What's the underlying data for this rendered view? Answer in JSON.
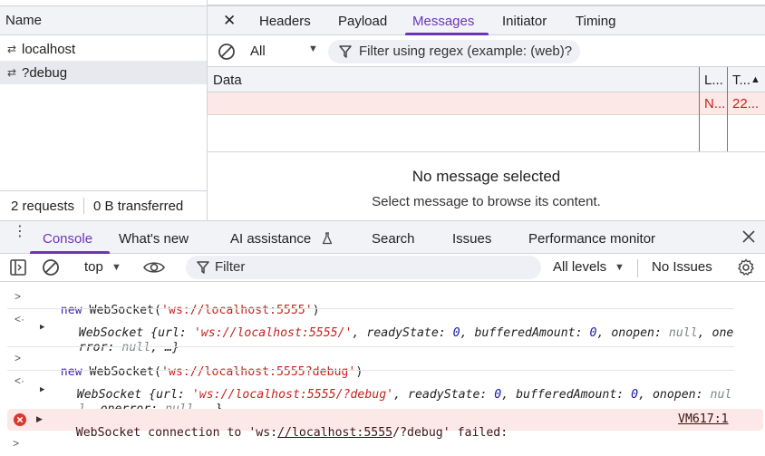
{
  "network": {
    "left_header": "Name",
    "requests": [
      {
        "label": "localhost",
        "icon": "websocket-arrows-icon"
      },
      {
        "label": "?debug",
        "icon": "websocket-arrows-icon"
      }
    ],
    "footer": {
      "requests": "2 requests",
      "transferred": "0 B transferred"
    }
  },
  "details": {
    "close_glyph": "✕",
    "tabs": [
      "Headers",
      "Payload",
      "Messages",
      "Initiator",
      "Timing"
    ],
    "active_tab": "Messages",
    "filter_select": "All",
    "filter_placeholder": "Filter using regex (example: (web)?",
    "grid": {
      "columns": [
        "Data",
        "L...",
        "T..."
      ],
      "row": {
        "data": "",
        "length": "N...",
        "time": "22..."
      }
    },
    "empty_title": "No message selected",
    "empty_subtitle": "Select message to browse its content."
  },
  "drawer": {
    "tabs": [
      "Console",
      "What's new",
      "AI assistance",
      "Search",
      "Issues",
      "Performance monitor"
    ],
    "active_tab": "Console",
    "context": "top",
    "filter_placeholder": "Filter",
    "levels": "All levels",
    "issues": "No Issues"
  },
  "console": {
    "entries": [
      {
        "kind": "input",
        "text_kw": "new",
        "text_fn": " WebSocket(",
        "text_str": "'ws://localhost:5555'",
        "text_end": ")"
      },
      {
        "kind": "output",
        "line1_pre": "WebSocket {url: ",
        "line1_str": "'ws://localhost:5555/'",
        "line1_a": ", readyState: ",
        "line1_n1": "0",
        "line1_b": ", bufferedAmount: ",
        "line1_n2": "0",
        "line1_c": ", onopen: ",
        "line1_null": "null",
        "line1_d": ", one",
        "line2_a": "rror: ",
        "line2_null": "null",
        "line2_b": ", …}"
      },
      {
        "kind": "input",
        "text_kw": "new",
        "text_fn": " WebSocket(",
        "text_str": "'ws://localhost:5555?debug'",
        "text_end": ")"
      },
      {
        "kind": "output",
        "line1_pre": "WebSocket {url: ",
        "line1_str": "'ws://localhost:5555/?debug'",
        "line1_a": ", readyState: ",
        "line1_n1": "0",
        "line1_b": ", bufferedAmount: ",
        "line1_n2": "0",
        "line1_c": ", onopen: ",
        "line1_null": "nul",
        "line2_null0": "l",
        "line2_a": ", onerror: ",
        "line2_null": "null",
        "line2_b": ", …}"
      },
      {
        "kind": "error",
        "pre": "WebSocket connection to 'ws:",
        "link": "//localhost:5555",
        "post": "/?debug' failed:",
        "source": "VM617:1"
      }
    ]
  },
  "colors": {
    "accent": "#6b35b8",
    "error_bg": "#fce8e6",
    "error_text": "#c5221f"
  }
}
